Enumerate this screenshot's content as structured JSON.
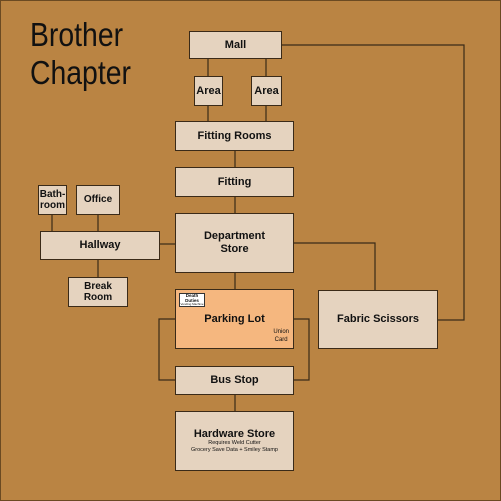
{
  "title": "Brother\nChapter",
  "nodes": {
    "mall": "Mall",
    "area_left": "Area",
    "area_right": "Area",
    "fitting_rooms": "Fitting Rooms",
    "fitting": "Fitting",
    "department_store": "Department\nStore",
    "bathroom": "Bath-\nroom",
    "office": "Office",
    "hallway": "Hallway",
    "break_room": "Break\nRoom",
    "parking_lot": "Parking Lot",
    "parking_badge_title": "Death Duties",
    "parking_badge_sub": "Vending Machine",
    "parking_note": "Union\nCard",
    "fabric_scissors": "Fabric Scissors",
    "bus_stop": "Bus Stop",
    "hardware_store": "Hardware Store",
    "hardware_note1": "Requires Weld Cutter",
    "hardware_note2": "Grocery Save Data + Smiley Stamp"
  },
  "colors": {
    "background": "#ba8443",
    "box": "#e5d3bf",
    "highlight": "#f5b77f",
    "line": "#3a2a18"
  }
}
